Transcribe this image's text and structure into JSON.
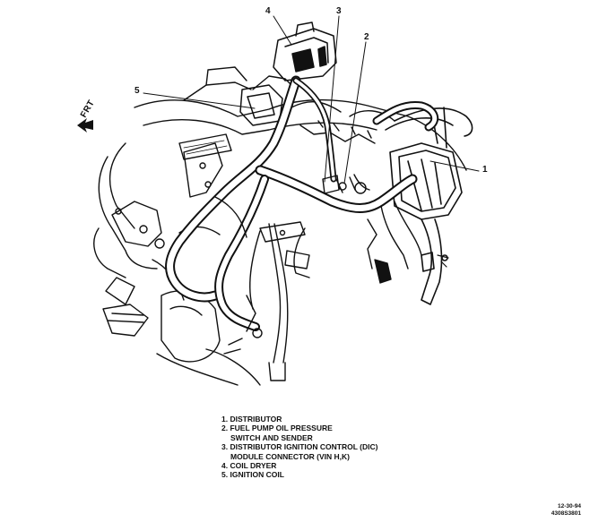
{
  "orientation": {
    "label": "FRT"
  },
  "callouts": [
    "1",
    "2",
    "3",
    "4",
    "5"
  ],
  "legend": [
    {
      "num": "1.",
      "text": "DISTRIBUTOR"
    },
    {
      "num": "2.",
      "text": "FUEL PUMP OIL PRESSURE",
      "cont": "SWITCH AND SENDER"
    },
    {
      "num": "3.",
      "text": "DISTRIBUTOR IGNITION CONTROL (DIC)",
      "cont": "MODULE CONNECTOR (VIN H,K)"
    },
    {
      "num": "4.",
      "text": "COIL DRYER"
    },
    {
      "num": "5.",
      "text": "IGNITION COIL"
    }
  ],
  "figure_code": {
    "date": "12-30-94",
    "id": "4308S3801"
  }
}
